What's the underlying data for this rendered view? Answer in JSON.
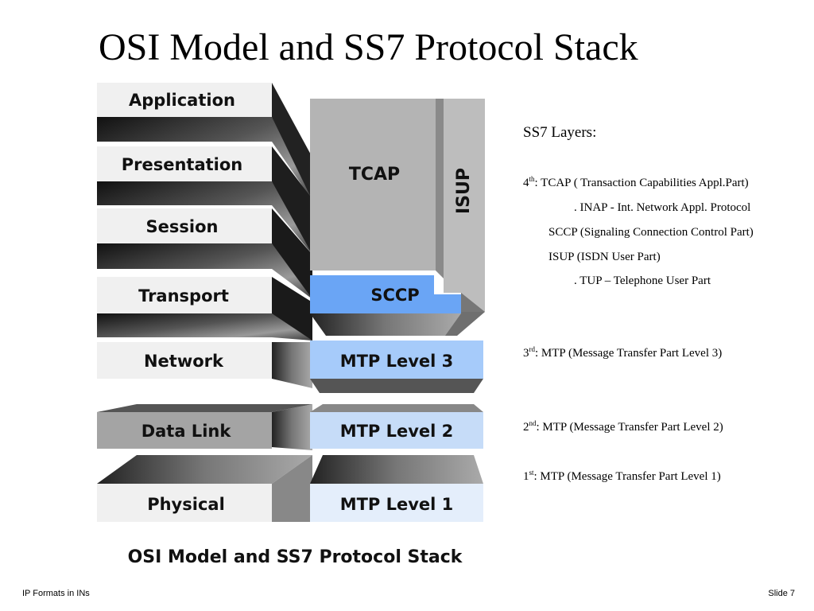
{
  "title": "OSI Model and SS7 Protocol Stack",
  "diagram": {
    "osi_layers": [
      "Application",
      "Presentation",
      "Session",
      "Transport",
      "Network",
      "Data Link",
      "Physical"
    ],
    "ss7_blocks": {
      "tcap": "TCAP",
      "isup": "ISUP",
      "sccp": "SCCP",
      "mtp3": "MTP Level 3",
      "mtp2": "MTP Level 2",
      "mtp1": "MTP Level 1"
    },
    "caption": "OSI Model and SS7 Protocol Stack"
  },
  "notes": {
    "heading": "SS7  Layers:",
    "l4_num": "4",
    "l4_sup": "th",
    "l4_text": ": TCAP ( Transaction Capabilities Appl.Part)",
    "inap": ". INAP - Int. Network Appl. Protocol",
    "sccp": "SCCP (Signaling Connection Control Part)",
    "isup": "ISUP (ISDN User Part)",
    "tup": ". TUP – Telephone User Part",
    "l3_num": "3",
    "l3_sup": "rd",
    "l3_text": ": MTP (Message Transfer Part Level 3)",
    "l2_num": "2",
    "l2_sup": "nd",
    "l2_text": ": MTP (Message Transfer Part Level 2)",
    "l1_num": "1",
    "l1_sup": "st",
    "l1_text": ": MTP (Message Transfer Part Level 1)"
  },
  "footer": {
    "left": "IP Formats in INs",
    "right": "Slide 7"
  },
  "colors": {
    "osi_face": "#f0f0f0",
    "osi_dark_face": "#a4a4a4",
    "tcap": "#b4b4b4",
    "sccp": "#6aa5f5",
    "mtp3": "#a6cbfa",
    "mtp2": "#c6dcf8",
    "mtp1": "#e4eefb"
  }
}
